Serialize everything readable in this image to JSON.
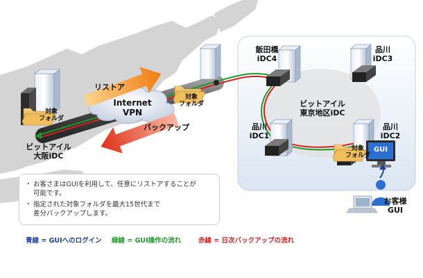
{
  "internet_vpn": {
    "line1": "Internet",
    "line2": "VPN"
  },
  "arrows": {
    "restore": "リストア",
    "backup": "バックアップ"
  },
  "osaka": {
    "line1": "ビットアイル",
    "line2": "大阪iDC"
  },
  "folders": {
    "osaka": {
      "line1": "対象",
      "line2": "フォルダ"
    },
    "middle": {
      "line1": "対象",
      "line2": "フォルダ"
    },
    "idc2": {
      "line1": "対象",
      "line2": "フォルダ"
    }
  },
  "tokyo_area": {
    "line1": "ビットアイル",
    "line2": "東京地区iDC"
  },
  "nodes": {
    "idc4": {
      "line1": "飯田橋",
      "line2": "iDC4"
    },
    "idc3": {
      "line1": "品川",
      "line2": "iDC3"
    },
    "idc1": {
      "line1": "品川",
      "line2": "iDC1"
    },
    "idc2": {
      "line1": "品川",
      "line2": "iDC2"
    }
  },
  "gui_label": "GUI",
  "customer": {
    "line1": "お客様",
    "line2": "GUI"
  },
  "notes": [
    {
      "line1": "お客さまはGUIを利用して、任意にリストアすることが",
      "line2": "可能です。"
    },
    {
      "line1": "指定された対象フォルダを最大15世代まで",
      "line2": "差分バックアップします。"
    }
  ],
  "legend": {
    "blue": "青線 = GUIへのログイン",
    "green": "緑線 = GUI操作の流れ",
    "red": "赤線 = 日次バックアップの流れ"
  },
  "colors": {
    "blue": "#1a3ea8",
    "green": "#1f9a2a",
    "red": "#d42020",
    "orange": "#f08a1a"
  }
}
